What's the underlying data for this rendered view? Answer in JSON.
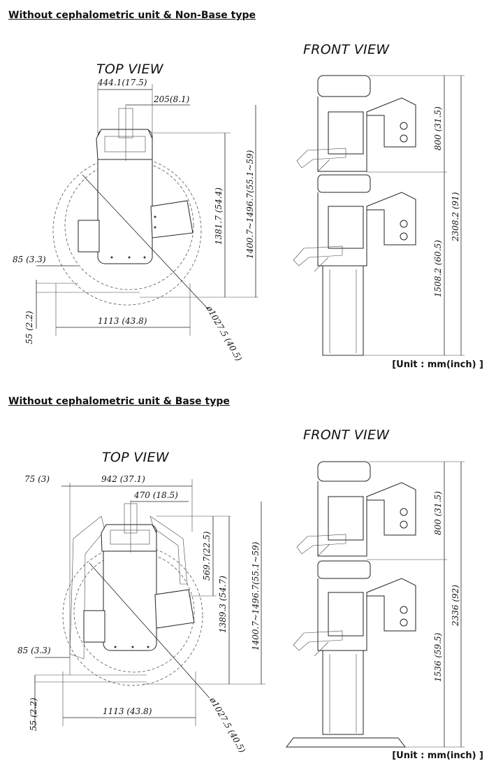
{
  "unit_note": "[Unit : mm(inch) ]",
  "sections": [
    {
      "title": "Without cephalometric unit & Non-Base type",
      "top_view_label": "TOP VIEW",
      "front_view_label": "FRONT VIEW",
      "top_dims": {
        "width_top": "444.1(17.5)",
        "offset": "205(8.1)",
        "depth": "1381.7 (54.4)",
        "height_range": "1400.7~1496.7(55.1~59)",
        "left_gap": "85 (3.3)",
        "bottom_gap": "55 (2.2)",
        "width_bottom": "1113 (43.8)",
        "diameter": "ø1027.5 (40.5)"
      },
      "front_dims": {
        "upper": "800 (31.5)",
        "total": "2308.2 (91)",
        "lower": "1508.2 (60.5)"
      }
    },
    {
      "title": "Without cephalometric unit & Base type",
      "top_view_label": "TOP VIEW",
      "front_view_label": "FRONT VIEW",
      "top_dims": {
        "left_top": "75 (3)",
        "width_top": "942 (37.1)",
        "offset": "470 (18.5)",
        "inner": "569.7(22.5)",
        "depth": "1389.3 (54.7)",
        "height_range": "1400.7~1496.7(55.1~59)",
        "left_gap": "85 (3.3)",
        "bottom_gap": "55 (2.2)",
        "width_bottom": "1113 (43.8)",
        "diameter": "ø1027.5 (40.5)"
      },
      "front_dims": {
        "upper": "800 (31.5)",
        "total": "2336 (92)",
        "lower": "1536 (59.5)"
      }
    }
  ]
}
